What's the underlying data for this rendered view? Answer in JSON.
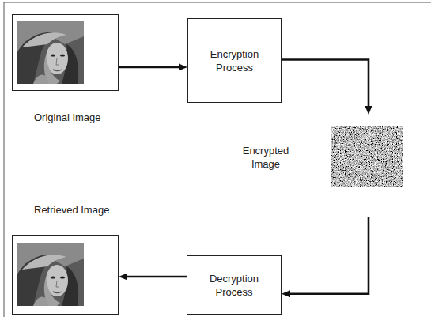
{
  "diagram": {
    "nodes": [
      {
        "text": [
          "Original Image"
        ]
      },
      {
        "text": [
          "Encryption Process"
        ]
      },
      {
        "text": [
          "Encrypted Image"
        ]
      },
      {
        "text": [
          "Decryption Process"
        ]
      },
      {
        "text": [
          "Retrieved Image"
        ]
      }
    ],
    "edges": [
      {
        "from": 0,
        "to": 1,
        "arrow": "to"
      },
      {
        "from": 1,
        "to": 2,
        "arrow": "to"
      },
      {
        "from": 2,
        "to": 3,
        "arrow": "to"
      },
      {
        "from": 3,
        "to": 4,
        "arrow": "to"
      }
    ]
  }
}
